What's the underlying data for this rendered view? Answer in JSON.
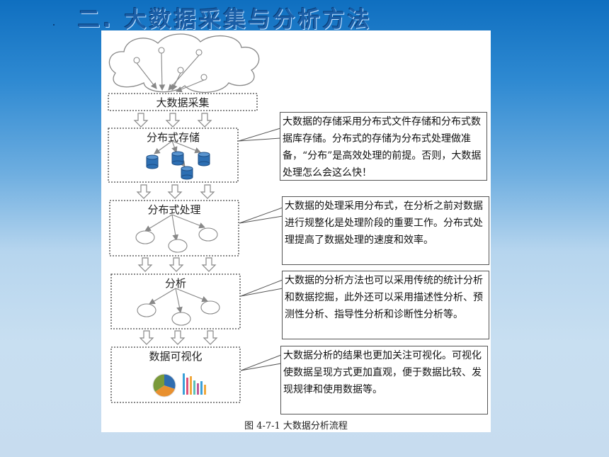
{
  "slide": {
    "title": "二. 大数据采集与分析方法"
  },
  "figure": {
    "caption": "图 4-7-1    大数据分析流程",
    "stages": [
      {
        "label": "大数据采集"
      },
      {
        "label": "分布式存储"
      },
      {
        "label": "分布式处理"
      },
      {
        "label": "分析"
      },
      {
        "label": "数据可视化"
      }
    ],
    "notes": [
      {
        "text": "大数据的存储采用分布式文件存储和分布式数据库存储。分布式的存储为分布式处理做准备，“分布”是高效处理的前提。否则，大数据处理怎么会这么快！"
      },
      {
        "text": "大数据的处理采用分布式，在分析之前对数据进行规整化是处理阶段的重要工作。分布式处理提高了数据处理的速度和效率。"
      },
      {
        "text": "大数据的分析方法也可以采用传统的统计分析和数据挖掘，此外还可以采用描述性分析、预测性分析、指导性分析和诊断性分析等。"
      },
      {
        "text": "大数据分析的结果也更加关注可视化。可视化使数据呈现方式更加直观，便于数据比较、发现规律和使用数据等。"
      }
    ],
    "colors": {
      "database": "#2d6fb3",
      "pie": [
        "#2f6db0",
        "#e8902f",
        "#7a9a3a"
      ],
      "bars": [
        "#3aa0d8",
        "#e0507a",
        "#f1a83c",
        "#5cc0b8",
        "#c05a9a"
      ]
    }
  }
}
